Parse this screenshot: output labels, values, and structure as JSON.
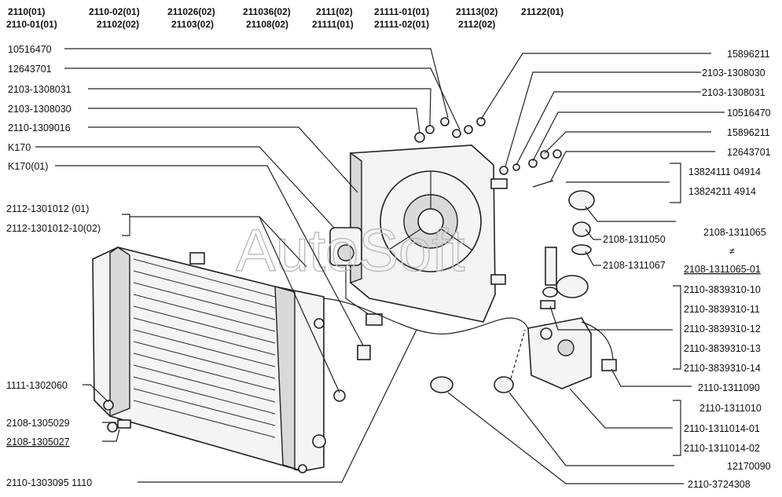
{
  "header": {
    "cols": [
      [
        "2110(01)",
        "2110-01(01)"
      ],
      [
        "2110-02(01)",
        "21102(02)"
      ],
      [
        "211026(02)",
        "21103(02)"
      ],
      [
        "211036(02)",
        "21108(02)"
      ],
      [
        "2111(02)",
        "21111(01)"
      ],
      [
        "21111-01(01)",
        "21111-02(01)"
      ],
      [
        "21113(02)",
        "2112(02)"
      ],
      [
        "21122(01)",
        ""
      ]
    ]
  },
  "watermark": "AutoSoft",
  "labels_left": [
    "10516470",
    "12643701",
    "2103-1308031",
    "2103-1308030",
    "2110-1309016",
    "K170",
    "K170(01)",
    "2112-1301012   (01)",
    "2112-1301012-10(02)",
    "1111-1302060",
    "2108-1305029",
    "2108-1305027",
    "2110-1303095 1110"
  ],
  "labels_right": [
    "15896211",
    "2103-1308030",
    "2103-1308031",
    "10516470",
    "15896211",
    "12643701",
    "13824111 04914",
    "13824211  4914",
    "2108-1311065",
    "≠",
    "2108-1311065-01",
    "2110-3839310-10",
    "2110-3839310-11",
    "2110-3839310-12",
    "2110-3839310-13",
    "2110-3839310-14",
    "2110-1311090",
    "2110-1311010",
    "2110-1311014-01",
    "2110-1311014-02",
    "12170090",
    "2110-3724308"
  ],
  "labels_mid": [
    "2108-1311050",
    "2108-1311067"
  ]
}
